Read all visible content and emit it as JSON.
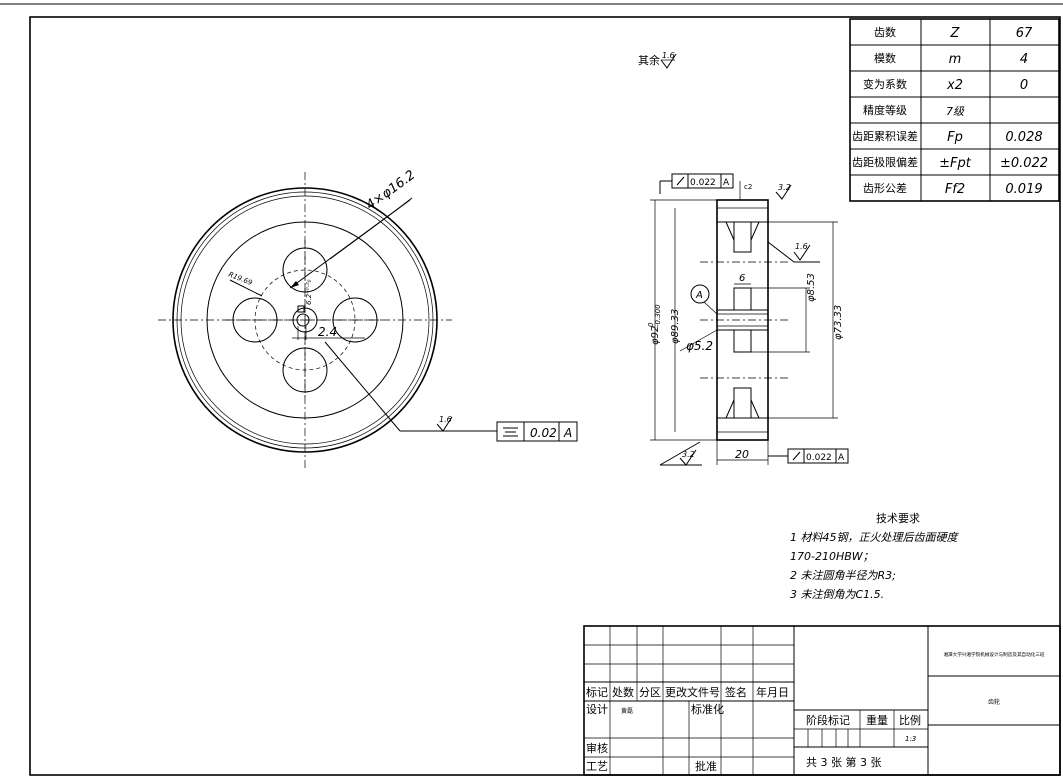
{
  "gear_params": [
    {
      "name": "齿数",
      "symbol": "Z",
      "value": "67"
    },
    {
      "name": "模数",
      "symbol": "m",
      "value": "4"
    },
    {
      "name": "变为系数",
      "symbol": "x2",
      "value": "0"
    },
    {
      "name": "精度等级",
      "symbol": "7级",
      "value": ""
    },
    {
      "name": "齿距累积误差",
      "symbol": "Fp",
      "value": "0.028"
    },
    {
      "name": "齿距极限偏差",
      "symbol": "±Fpt",
      "value": "±0.022"
    },
    {
      "name": "齿形公差",
      "symbol": "Ff2",
      "value": "0.019"
    }
  ],
  "surface_note": {
    "prefix": "其余",
    "value": "1.6"
  },
  "front_view": {
    "holes_label": "4×φ16.2",
    "radius_label": "R19.69",
    "keyway_height": "6.2⁺⁰·²₀",
    "keyway_width": "2.4",
    "roughness": "1.6",
    "fcf": {
      "symbol": "⌯",
      "tol": "0.02",
      "datum": "A"
    }
  },
  "section_view": {
    "top_fcf": {
      "symbol": "↗",
      "tol": "0.022",
      "datum": "A"
    },
    "chamfer": "c2",
    "rough_top": "3.2",
    "rough_web": "1.6",
    "rough_bottom": "3.2",
    "datum_label": "A",
    "dim_od": "φ92-0.300",
    "dim_od_main": "φ92",
    "dim_od_tol": "-0.300",
    "dim_od_tol_upper": "0",
    "dim_pitch": "φ89.33",
    "dim_bore": "φ5.2",
    "dim_hub": "φ8.53",
    "dim_rim": "φ73.33",
    "dim_hub_width": "6",
    "dim_width": "20",
    "bottom_fcf": {
      "symbol": "↗",
      "tol": "0.022",
      "datum": "A"
    }
  },
  "tech_requirements": {
    "title": "技术要求",
    "lines": [
      "1 材料45钢，正火处理后齿面硬度",
      "170-210HBW；",
      "2 未注圆角半径为R3;",
      "3 未注倒角为C1.5."
    ]
  },
  "title_block": {
    "headers": [
      "标记",
      "处数",
      "分区",
      "更改文件号",
      "签名",
      "年月日"
    ],
    "design": "设计",
    "designer": "黄磊",
    "standardization": "标准化",
    "review": "审核",
    "process": "工艺",
    "approve": "批准",
    "stage_mark": "阶段标记",
    "weight": "重量",
    "scale": "比例",
    "scale_value": "1:3",
    "sheets": "共 3 张 第 3 张",
    "school": "湘潭大学兴湘学院机械设计与制造及其自动化三班",
    "part_name": "齿轮"
  }
}
